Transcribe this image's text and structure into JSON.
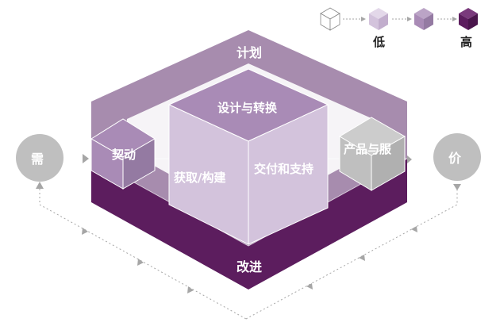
{
  "legend": {
    "low_label": "低",
    "high_label": "高",
    "levels": [
      "#ffffff",
      "#d3c3dc",
      "#a98bb6",
      "#5c1d5e"
    ]
  },
  "diagram": {
    "plan_label": "计划",
    "improve_label": "改进",
    "design_label": "设计与转换",
    "obtain_label": "获取/构建",
    "deliver_label": "交付和支持",
    "engage_label": "契动",
    "products_label": "产品与服",
    "demand_label": "需",
    "value_label": "价"
  },
  "colors": {
    "top_face": "#a78cae",
    "base_dark": "#5c1d5e",
    "light_cube": "#d3c3dc",
    "mid_cube": "#a98bb6",
    "gray_cube": "#bfbfbf",
    "circle": "#bfbfbf",
    "dotted": "#a6a6a6"
  }
}
